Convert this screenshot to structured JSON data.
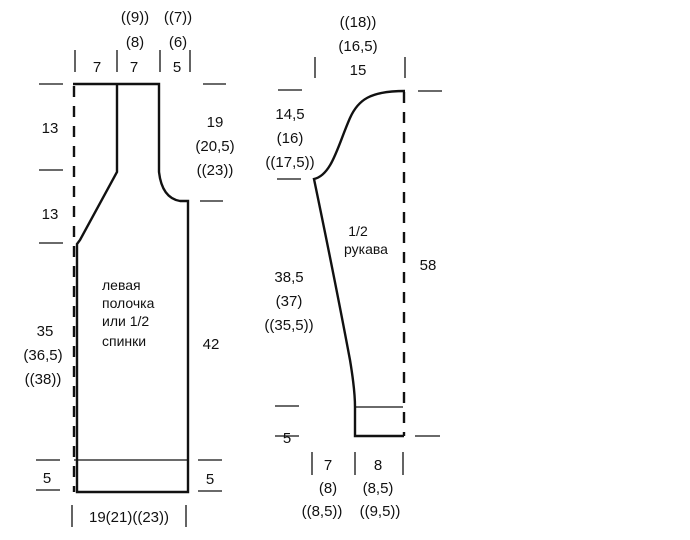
{
  "front_back": {
    "label_lines": [
      "левая",
      "полочка",
      "или 1/2",
      "спинки"
    ],
    "top_widths": {
      "shoulder": [
        "7"
      ],
      "neck": [
        "((9))",
        "(8)",
        "7"
      ],
      "edge": [
        "((7))",
        "(6)",
        "5"
      ]
    },
    "left_heights": {
      "neck_depth": "13",
      "neck_slope": "13",
      "body": [
        "35",
        "(36,5)",
        "((38))"
      ],
      "rib": "5"
    },
    "right_heights": {
      "armhole": [
        "19",
        "(20,5)",
        "((23))"
      ],
      "side": "42",
      "rib": "5"
    },
    "bottom_width": "19(21)((23))"
  },
  "sleeve": {
    "label_lines": [
      "1/2",
      "рукава"
    ],
    "top_width": [
      "((18))",
      "(16,5)",
      "15"
    ],
    "cap_height": [
      "14,5",
      "(16)",
      "((17,5))"
    ],
    "body_height": [
      "38,5",
      "(37)",
      "((35,5))"
    ],
    "rib": "5",
    "total_height": "58",
    "bottom_left": [
      "7",
      "(8)",
      "((8,5))"
    ],
    "bottom_right": [
      "8",
      "(8,5)",
      "((9,5))"
    ]
  }
}
